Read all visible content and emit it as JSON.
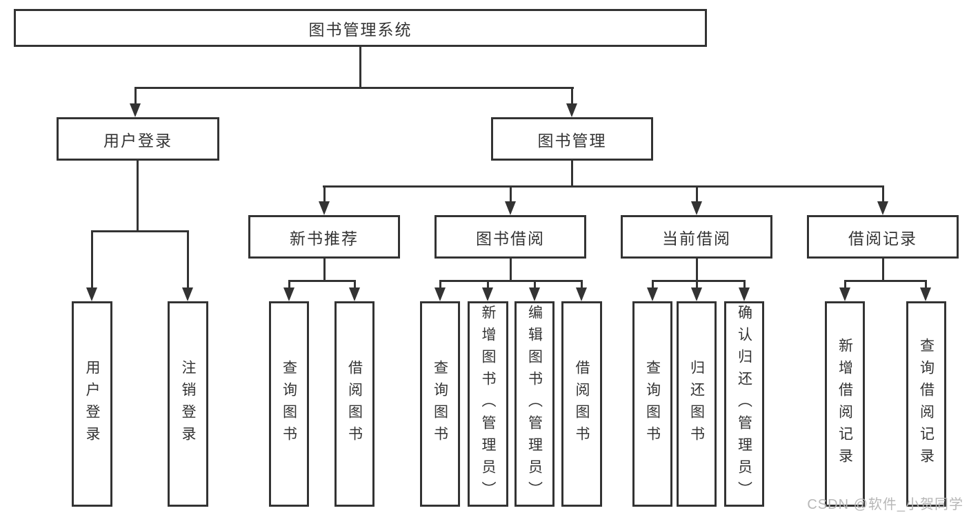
{
  "title": {
    "label": "图书管理系统"
  },
  "tree": {
    "user": {
      "label": "用户登录",
      "children": [
        {
          "label": "用户登录"
        },
        {
          "label": "注销登录"
        }
      ]
    },
    "mgmt": {
      "label": "图书管理",
      "groups": [
        {
          "label": "新书推荐",
          "children": [
            {
              "label": "查询图书"
            },
            {
              "label": "借阅图书"
            }
          ]
        },
        {
          "label": "图书借阅",
          "children": [
            {
              "label": "查询图书"
            },
            {
              "label": "新增图书（管理员）"
            },
            {
              "label": "编辑图书（管理员）"
            },
            {
              "label": "借阅图书"
            }
          ]
        },
        {
          "label": "当前借阅",
          "children": [
            {
              "label": "查询图书"
            },
            {
              "label": "归还图书"
            },
            {
              "label": "确认归还（管理员）"
            }
          ]
        },
        {
          "label": "借阅记录",
          "children": [
            {
              "label": "新增借阅记录"
            },
            {
              "label": "查询借阅记录"
            }
          ]
        }
      ]
    }
  },
  "watermark": {
    "label": "CSDN @软件_小贺同学"
  },
  "colors": {
    "line": "#333333",
    "text": "#333333",
    "box_bg": "#ffffff",
    "watermark": "#b7b7b7"
  }
}
